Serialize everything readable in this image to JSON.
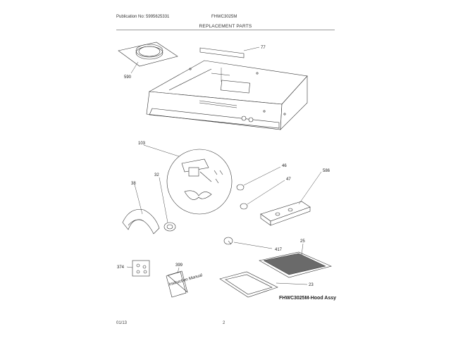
{
  "header": {
    "publication": "Publication No: 5995625331",
    "model": "FHWC3025M",
    "title": "REPLACEMENT PARTS"
  },
  "parts": [
    {
      "id": "590"
    },
    {
      "id": "77"
    },
    {
      "id": "103"
    },
    {
      "id": "32"
    },
    {
      "id": "38"
    },
    {
      "id": "46"
    },
    {
      "id": "47"
    },
    {
      "id": "586"
    },
    {
      "id": "417"
    },
    {
      "id": "25"
    },
    {
      "id": "374"
    },
    {
      "id": "399"
    },
    {
      "id": "23"
    }
  ],
  "manual_cover": "Instruction Manual",
  "assembly_label": "FHWC3025M-Hood Assy",
  "footer": {
    "date": "01/13",
    "page": "2"
  }
}
